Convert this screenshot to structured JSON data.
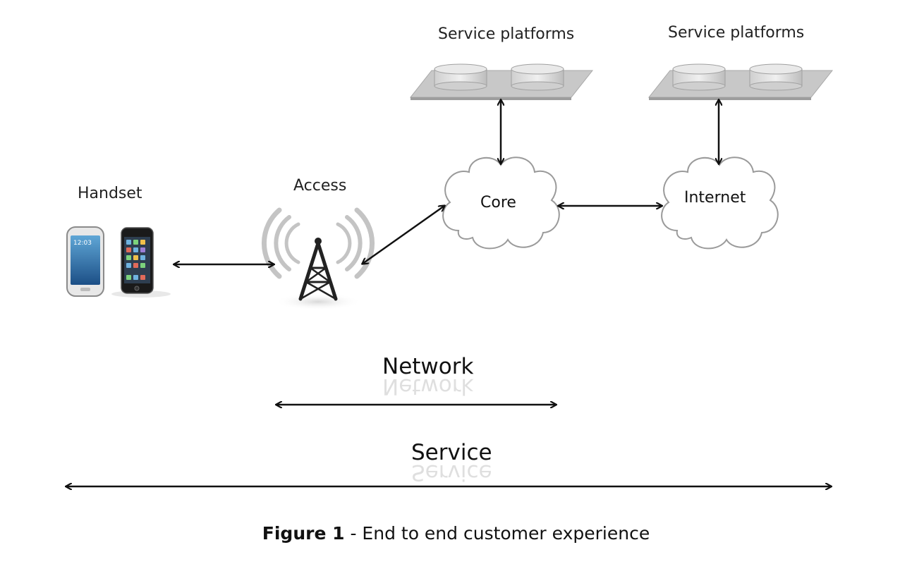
{
  "labels": {
    "service_platforms_left": "Service platforms",
    "service_platforms_right": "Service platforms",
    "handset": "Handset",
    "access": "Access",
    "core": "Core",
    "internet": "Internet",
    "network": "Network",
    "service": "Service"
  },
  "handset_screen": {
    "clock": "12:03"
  },
  "caption": {
    "figure_label": "Figure 1",
    "text": " - End to end customer experience"
  },
  "colors": {
    "arrow": "#111111",
    "platform_tray": "#c9c9c9",
    "cylinder": "#e2e2e2",
    "cloud_stroke": "#9a9a9a",
    "tower": "#222222",
    "signal_waves": "#c4c4c4"
  },
  "icons": [
    "android-phone-icon",
    "iphone-icon",
    "cell-tower-icon",
    "database-cylinder-icon",
    "cloud-icon"
  ]
}
